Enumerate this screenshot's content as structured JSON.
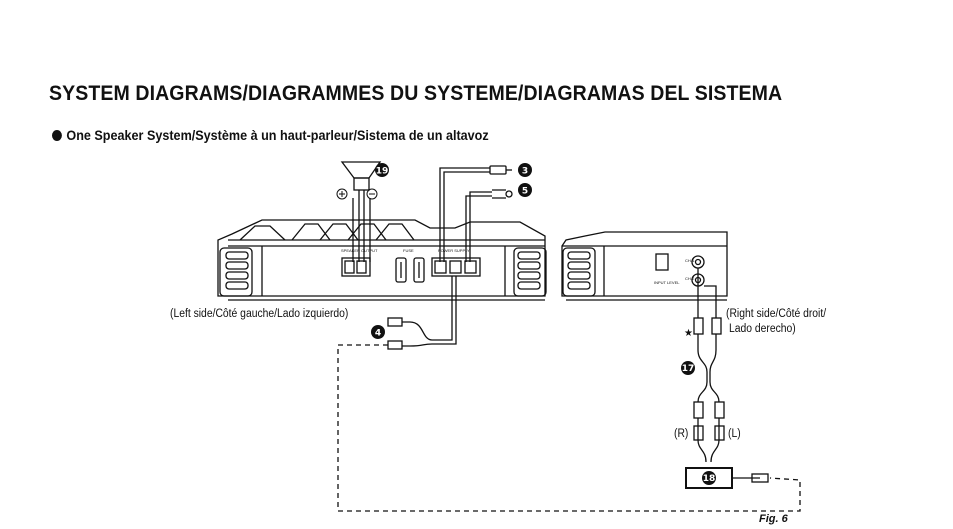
{
  "header": {
    "title": "SYSTEM DIAGRAMS/DIAGRAMMES DU SYSTEME/DIAGRAMAS DEL SISTEMA",
    "subtitle": "One Speaker System/Système à un haut-parleur/Sistema de un altavoz"
  },
  "labels": {
    "left_side": "(Left side/Côté gauche/Lado izquierdo)",
    "right_side_1": "(Right side/Côté droit/",
    "right_side_2": "Lado derecho)",
    "r": "(R)",
    "l": "(L)",
    "plus": "+",
    "minus": "−",
    "star": "★",
    "fig": "Fig. 6",
    "speaker_output": "SPEAKER OUTPUT",
    "fuse": "FUSE",
    "power_supply": "POWER SUPPLY",
    "ch1": "CH-1",
    "ch2": "CH-2",
    "input_level": "INPUT LEVEL"
  },
  "callouts": {
    "n3": "3",
    "n4": "4",
    "n5": "5",
    "n17": "17",
    "n18": "18",
    "n19": "19"
  }
}
